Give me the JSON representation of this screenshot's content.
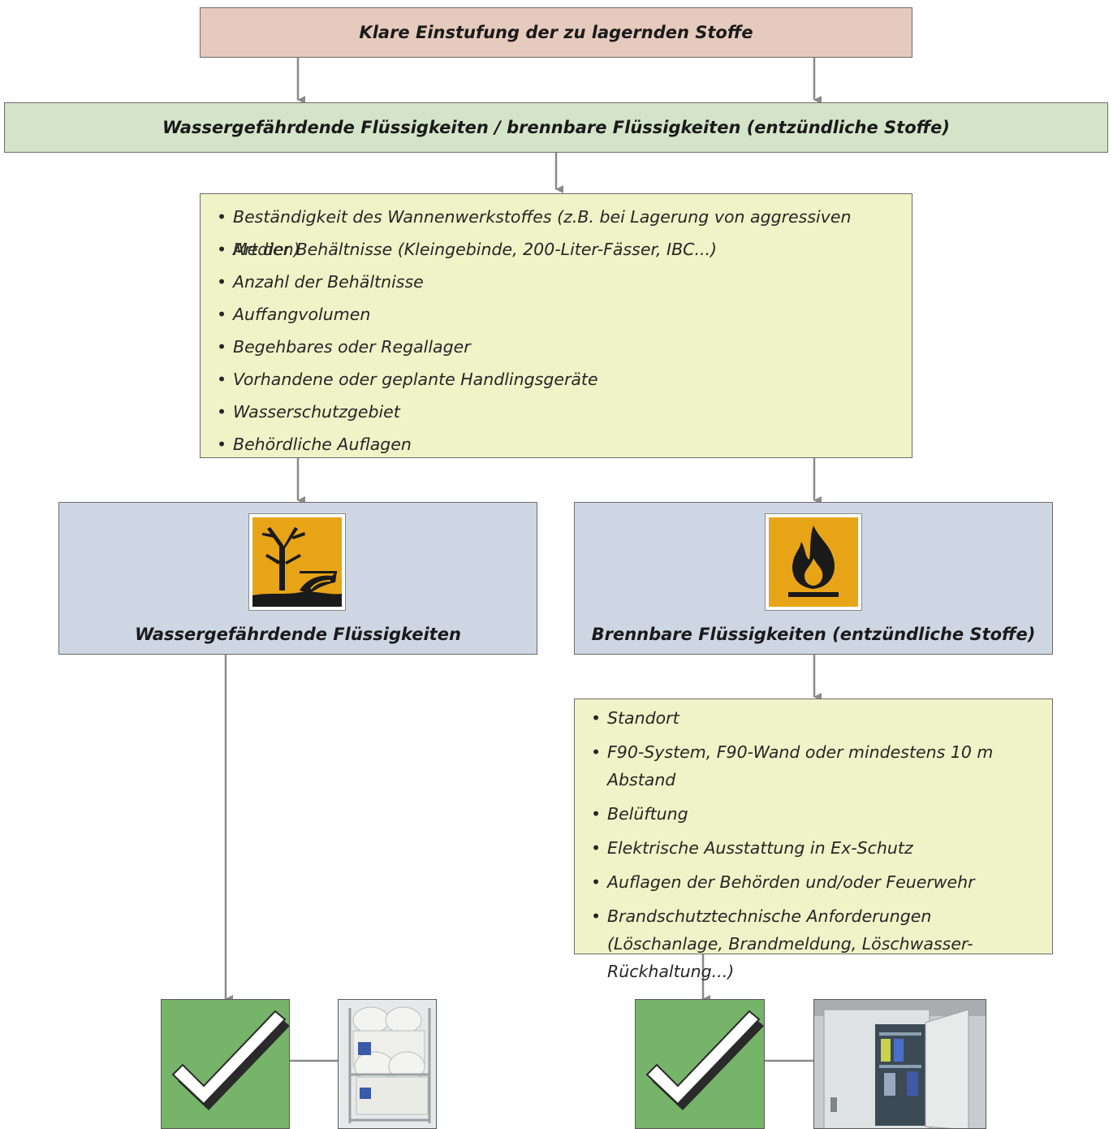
{
  "top": {
    "title": "Klare Einstufung der zu lagernden Stoffe"
  },
  "category": {
    "title": "Wassergefährdende Flüssigkeiten / brennbare Flüssigkeiten (entzündliche Stoffe)"
  },
  "criteria": {
    "items": [
      "Beständigkeit des Wannenwerkstoffes (z.B. bei Lagerung von aggressiven Medien)",
      "Art der Behältnisse (Kleingebinde, 200-Liter-Fässer, IBC...)",
      "Anzahl der Behältnisse",
      "Auffangvolumen",
      "Begehbares oder Regallager",
      "Vorhandene oder geplante Handlingsgeräte",
      "Wasserschutzgebiet",
      "Behördliche Auflagen"
    ]
  },
  "left_card": {
    "label": "Wassergefährdende Flüssigkeiten",
    "icon": "environment-hazard-icon",
    "icon_color": "#e8a417"
  },
  "right_card": {
    "label": "Brennbare Flüssigkeiten (entzündliche Stoffe)",
    "icon": "flame-hazard-icon",
    "icon_color": "#e8a417"
  },
  "fire_criteria": {
    "items": [
      "Standort",
      "F90-System, F90-Wand oder mindestens 10 m Abstand",
      "Belüftung",
      "Elektrische Ausstattung in Ex-Schutz",
      "Auflagen der Behörden und/oder Feuerwehr",
      "Brandschutztechnische Anforderungen (Löschanlage, Brandmeldung, Löschwasser-Rückhaltung...)"
    ]
  },
  "colors": {
    "connector": "#8a8a8a",
    "check_bg": "#76b469"
  }
}
